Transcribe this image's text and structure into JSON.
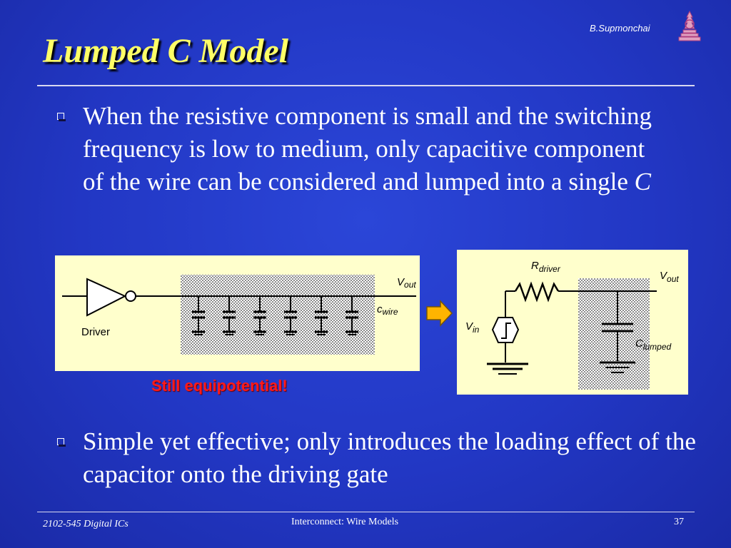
{
  "header": {
    "author": "B.Supmonchai"
  },
  "slide": {
    "title": "Lumped C Model",
    "bullet1_text": "When the resistive component is small and the switching frequency is low to medium, only capacitive component of the wire can be considered and lumped into a single ",
    "bullet1_italic": "C",
    "note": "Still equipotential!",
    "bullet2_text": "Simple yet effective; only introduces the loading effect of the capacitor onto the driving gate"
  },
  "left_diagram": {
    "driver_label": "Driver",
    "vout_main": "V",
    "vout_sub": "out",
    "cwire_main": "c",
    "cwire_sub": "wire"
  },
  "right_diagram": {
    "rdriver_main": "R",
    "rdriver_sub": "driver",
    "vout_main": "V",
    "vout_sub": "out",
    "vin_main": "V",
    "vin_sub": "in",
    "clumped_main": "C",
    "clumped_sub": "lumped"
  },
  "footer": {
    "course": "2102-545 Digital ICs",
    "topic": "Interconnect: Wire Models",
    "page": "37"
  },
  "colors": {
    "background": "#2237c4",
    "title": "#ffff66",
    "note": "#ff1a1a",
    "panel": "#ffffcc",
    "arrow": "#ffb400"
  }
}
